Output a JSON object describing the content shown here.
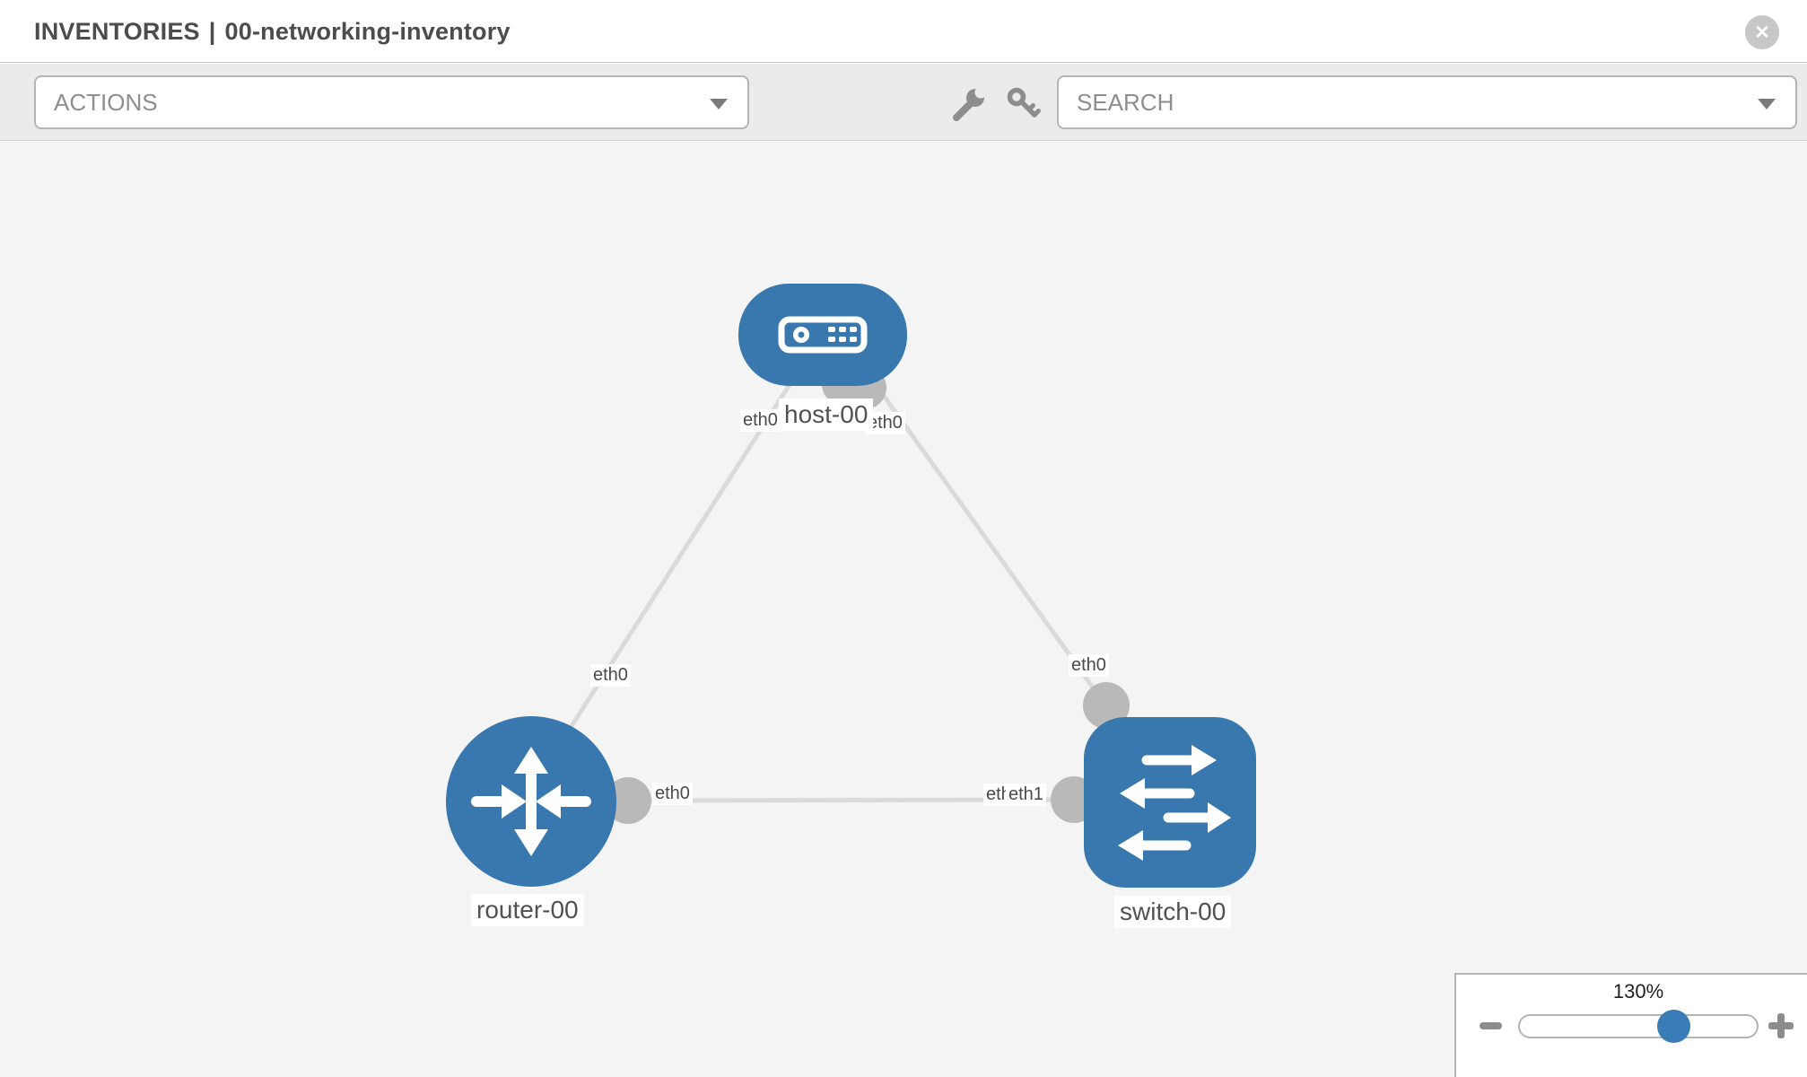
{
  "header": {
    "section": "INVENTORIES",
    "separator": "|",
    "inventory_name": "00-networking-inventory",
    "close_icon": "✕"
  },
  "toolbar": {
    "actions_label": "ACTIONS",
    "search_label": "SEARCH",
    "icons": [
      "wrench-icon",
      "key-icon"
    ]
  },
  "topology": {
    "nodes": [
      {
        "id": "host-00",
        "type": "host",
        "label": "host-00"
      },
      {
        "id": "router-00",
        "type": "router",
        "label": "router-00"
      },
      {
        "id": "switch-00",
        "type": "switch",
        "label": "switch-00"
      }
    ],
    "links": [
      {
        "from": "host-00",
        "from_if": "eth0",
        "to": "router-00",
        "to_if": "eth0"
      },
      {
        "from": "host-00",
        "from_if": "eth0",
        "to": "switch-00",
        "to_if": "eth0"
      },
      {
        "from": "router-00",
        "from_if": "eth0",
        "to": "switch-00",
        "to_if": "eth1"
      }
    ],
    "overlap_hidden_label": "eth0"
  },
  "zoom_widget": {
    "percent": "130%",
    "minus_icon": "zoom-out",
    "plus_icon": "zoom-in"
  },
  "colors": {
    "node_blue": "#3878ae",
    "slider_blue": "#3a7cb5",
    "stub_gray": "#b9b9b9",
    "link_gray": "#dadada",
    "canvas_bg": "#f4f4f4",
    "toolbar_bg": "#ebebeb"
  }
}
